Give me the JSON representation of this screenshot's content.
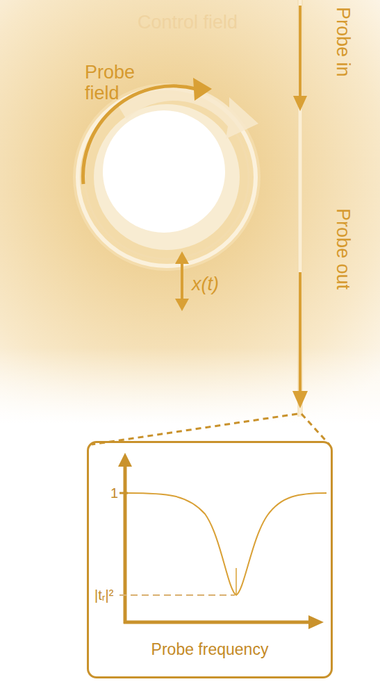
{
  "diagram": {
    "nodes": [
      {
        "text": [
          "1",
          "|tᵣ|²",
          "Probe frequency"
        ]
      }
    ],
    "labels": [
      "Control field",
      "Probe field",
      "Probe in",
      "Probe out",
      "x(t)"
    ]
  }
}
